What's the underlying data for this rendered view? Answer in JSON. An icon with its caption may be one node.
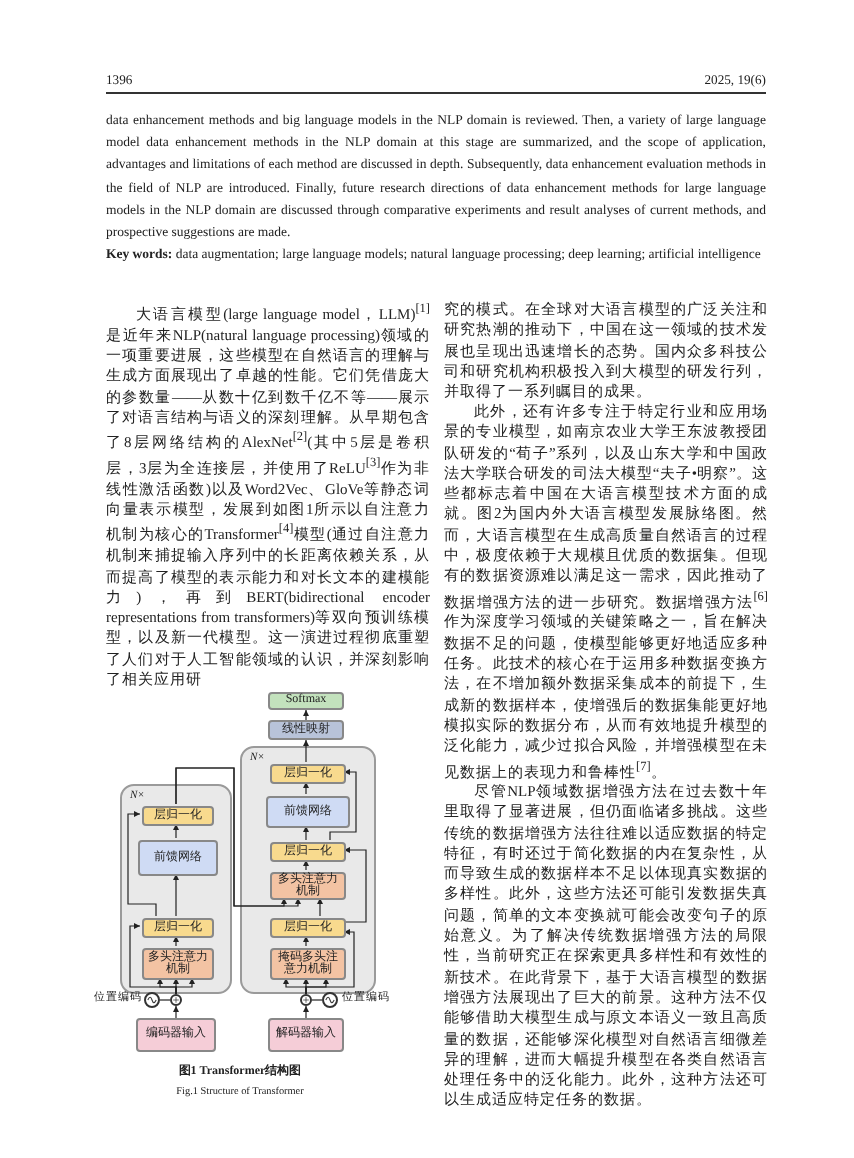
{
  "diagram": {
    "caption": "图1 Transformer结构图",
    "nodes": [
      {
        "text": [
          "Softmax"
        ]
      },
      {
        "text": [
          "线性映射"
        ]
      },
      {
        "text": [
          "N×"
        ]
      },
      {
        "text": [
          "层归一化"
        ],
        "in": 2
      },
      {
        "text": [
          "前馈网络"
        ],
        "in": 2
      },
      {
        "text": [
          "层归一化"
        ],
        "in": 2
      },
      {
        "text": [
          "多头注意力机制"
        ],
        "in": 2
      },
      {
        "text": [
          "层归一化"
        ],
        "in": 2
      },
      {
        "text": [
          "掩码多头注意力机制"
        ],
        "in": 2
      },
      {
        "text": [
          "N×"
        ]
      },
      {
        "text": [
          "层归一化"
        ],
        "in": 9
      },
      {
        "text": [
          "前馈网络"
        ],
        "in": 9
      },
      {
        "text": [
          "层归一化"
        ],
        "in": 9
      },
      {
        "text": [
          "多头注意力机制"
        ],
        "in": 9
      },
      {
        "text": [
          "编码器输入"
        ]
      },
      {
        "text": [
          "解码器输入"
        ]
      },
      {
        "text": [],
        "shape": "circle",
        "beside": [
          "位置编码"
        ]
      },
      {
        "text": [],
        "shape": "circle"
      },
      {
        "text": [],
        "shape": "circle"
      },
      {
        "text": [],
        "shape": "circle",
        "beside": [
          "位置编码"
        ]
      }
    ],
    "edges": [
      {
        "from": 1,
        "to": 0,
        "arrow": "to"
      },
      {
        "from": 3,
        "to": 1,
        "arrow": "to"
      },
      {
        "from": 4,
        "to": 3,
        "arrow": "to"
      },
      {
        "from": 5,
        "to": 3,
        "arrow": "to"
      },
      {
        "from": 5,
        "to": 4,
        "arrow": "to"
      },
      {
        "from": 6,
        "to": 5,
        "arrow": "to"
      },
      {
        "from": 7,
        "to": 6,
        "arrow": "to"
      },
      {
        "from": 7,
        "to": 5,
        "arrow": "to"
      },
      {
        "from": 10,
        "to": 6,
        "arrow": "to"
      },
      {
        "from": 10,
        "to": 6,
        "arrow": "to"
      },
      {
        "from": 8,
        "to": 7,
        "arrow": "to"
      },
      {
        "from": 18,
        "to": 8,
        "arrow": "to"
      },
      {
        "from": 18,
        "to": 8,
        "arrow": "to"
      },
      {
        "from": 18,
        "to": 8,
        "arrow": "to"
      },
      {
        "from": 18,
        "to": 7,
        "arrow": "to"
      },
      {
        "from": 14,
        "to": 17,
        "arrow": "to"
      },
      {
        "from": 16,
        "to": 17,
        "arrow": "none"
      },
      {
        "from": 15,
        "to": 18,
        "arrow": "to"
      },
      {
        "from": 19,
        "to": 18,
        "arrow": "none"
      },
      {
        "from": 17,
        "to": 13,
        "arrow": "to"
      },
      {
        "from": 17,
        "to": 13,
        "arrow": "to"
      },
      {
        "from": 17,
        "to": 13,
        "arrow": "to"
      },
      {
        "from": 17,
        "to": 12,
        "arrow": "to"
      },
      {
        "from": 13,
        "to": 12,
        "arrow": "to"
      },
      {
        "from": 12,
        "to": 11,
        "arrow": "to"
      },
      {
        "from": 12,
        "to": 10,
        "arrow": "to"
      },
      {
        "from": 11,
        "to": 10,
        "arrow": "to"
      }
    ],
    "labels": [
      "1396",
      "2025, 19(6)",
      "data enhancement methods and big language models in the NLP domain is reviewed. Then, a variety of large language model data enhancement methods in the NLP domain at this stage are summarized, and the scope of application, advantages and limitations of each method are discussed in depth. Subsequently, data enhancement evaluation methods in the field of NLP are introduced. Finally, future research directions of data enhancement methods for large language models in the NLP domain are discussed through comparative experiments and result analyses of current methods, and prospective suggestions are made.",
      "**Key words:** data augmentation; large language models; natural language processing; deep learning; artificial intelligence",
      "大语言模型(large language model，LLM)$^{[1]}$是近年来NLP(natural language processing)领域的一项重要进展，这些模型在自然语言的理解与生成方面展现出了卓越的性能。它们凭借庞大的参数量——从数十亿到数千亿不等——展示了对语言结构与语义的深刻理解。从早期包含了8层网络结构的AlexNet$^{[2]}$(其中5层是卷积层，3层为全连接层，并使用了ReLU$^{[3]}$作为非线性激活函数)以及Word2Vec、GloVe等静态词向量表示模型，发展到如图1所示以自注意力机制为核心的Transformer$^{[4]}$模型(通过自注意力机制来捕捉输入序列中的长距离依赖关系，从而提高了模型的表示能力和对长文本的建模能力)，再到BERT(bidirectional encoder representations from transformers)等双向预训练模型，以及新一代模型。这一演进过程彻底重塑了人们对于人工智能领域的认识，并深刻影响了相关应用研",
      "Fig.1 Structure of Transformer",
      "究的模式。在全球对大语言模型的广泛关注和研究热潮的推动下，中国在这一领域的技术发展也呈现出迅速增长的态势。国内众多科技公司和研究机构积极投入到大模型的研发行列，并取得了一系列瞩目的成果。",
      "此外，还有许多专注于特定行业和应用场景的专业模型，如南京农业大学王东波教授团队研发的“荀子”系列，以及山东大学和中国政法大学联合研发的司法大模型“夫子•明察”。这些都标志着中国在大语言模型技术方面的成就。图2为国内外大语言模型发展脉络图。然而，大语言模型在生成高质量自然语言的过程中，极度依赖于大规模且优质的数据集。但现有的数据资源难以满足这一需求，因此推动了数据增强方法的进一步研究。数据增强方法$^{[6]}$作为深度学习领域的关键策略之一，旨在解决数据不足的问题，使模型能够更好地适应多种任务。此技术的核心在于运用多种数据变换方法，在不增加额外数据采集成本的前提下，生成新的数据样本，使增强后的数据集能更好地模拟实际的数据分布，从而有效地提升模型的泛化能力，减少过拟合风险，并增强模型在未见数据上的表现力和鲁棒性$^{[7]}$。",
      "尽管NLP领域数据增强方法在过去数十年里取得了显著进展，但仍面临诸多挑战。这些传统的数据增强方法往往难以适应数据的特定特征，有时还过于简化数据的内在复杂性，从而导致生成的数据样本不足以体现真实数据的多样性。此外，这些方法还可能引发数据失真问题，简单的文本变换就可能会改变句子的原始意义。为了解决传统数据增强方法的局限性，当前研究正在探索更具多样性和有效性的新技术。在此背景下，基于大语言模型的数据增强方法展现出了巨大的前景。这种方法不仅能够借助大模型生成与原文本语义一致且高质量的数据，还能够深化模型对自然语言细微差异的理解，进而大幅提升模型在各类自然语言处理任务中的泛化能力。此外，这种方法还可以生成适应特定任务的数据。"
    ]
  }
}
